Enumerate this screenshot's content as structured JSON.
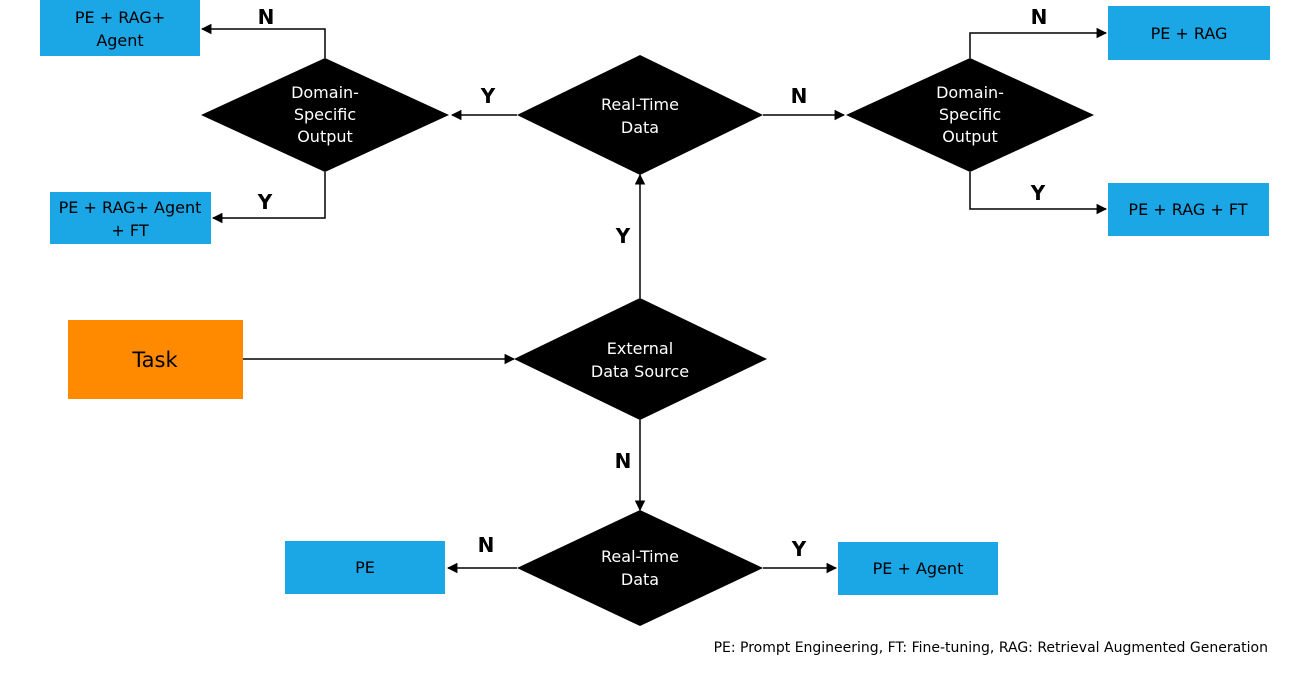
{
  "colors": {
    "decision_fill": "#000000",
    "decision_text": "#ffffff",
    "outcome_fill": "#1ba6e6",
    "task_fill": "#ff8a00",
    "line": "#000000"
  },
  "task": {
    "label": "Task"
  },
  "decisions": {
    "external_data_source": {
      "lines": [
        "External",
        "Data Source"
      ]
    },
    "realtime_top": {
      "lines": [
        "Real-Time",
        "Data"
      ]
    },
    "domain_left": {
      "lines": [
        "Domain-",
        "Specific",
        "Output"
      ]
    },
    "domain_right": {
      "lines": [
        "Domain-",
        "Specific",
        "Output"
      ]
    },
    "realtime_bottom": {
      "lines": [
        "Real-Time",
        "Data"
      ]
    }
  },
  "outcomes": {
    "pe_rag_agent": {
      "lines": [
        "PE + RAG+",
        "Agent"
      ]
    },
    "pe_rag_agent_ft": {
      "lines": [
        "PE + RAG+ Agent",
        "+ FT"
      ]
    },
    "pe_rag": {
      "lines": [
        "PE + RAG"
      ]
    },
    "pe_rag_ft": {
      "lines": [
        "PE + RAG + FT"
      ]
    },
    "pe": {
      "lines": [
        "PE"
      ]
    },
    "pe_agent": {
      "lines": [
        "PE + Agent"
      ]
    }
  },
  "edge_labels": {
    "ext_to_rt_top": "Y",
    "ext_to_rt_bottom": "N",
    "rt_top_to_domain_left": "Y",
    "rt_top_to_domain_right": "N",
    "domain_left_no": "N",
    "domain_left_yes": "Y",
    "domain_right_no": "N",
    "domain_right_yes": "Y",
    "rt_bottom_no": "N",
    "rt_bottom_yes": "Y"
  },
  "legend": "PE: Prompt Engineering, FT: Fine-tuning, RAG: Retrieval Augmented Generation"
}
